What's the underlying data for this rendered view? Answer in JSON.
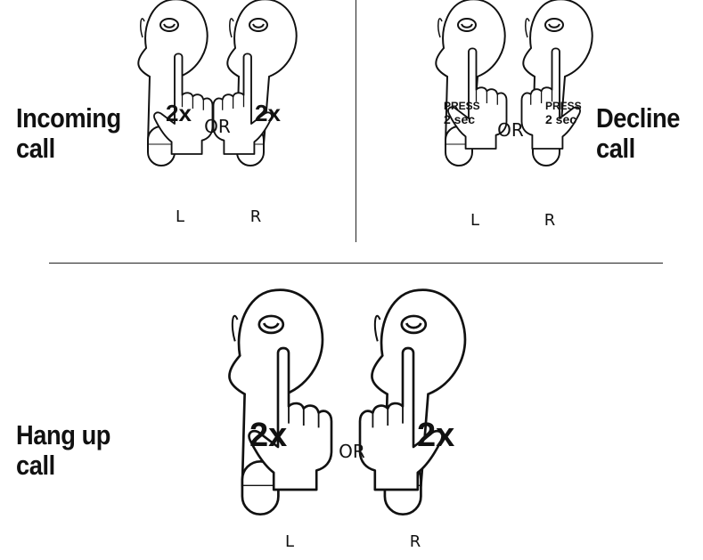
{
  "sections": {
    "incoming": {
      "title_line1": "Incoming",
      "title_line2": "call",
      "left_label": "L",
      "right_label": "R",
      "or_label": "OR",
      "tap_text": "2x"
    },
    "decline": {
      "title_line1": "Decline",
      "title_line2": "call",
      "left_label": "L",
      "right_label": "R",
      "or_label": "OR",
      "press_line1": "PRESS",
      "press_line2": "2 sec"
    },
    "hangup": {
      "title_line1": "Hang up",
      "title_line2": "call",
      "left_label": "L",
      "right_label": "R",
      "or_label": "OR",
      "tap_text": "2x"
    }
  }
}
